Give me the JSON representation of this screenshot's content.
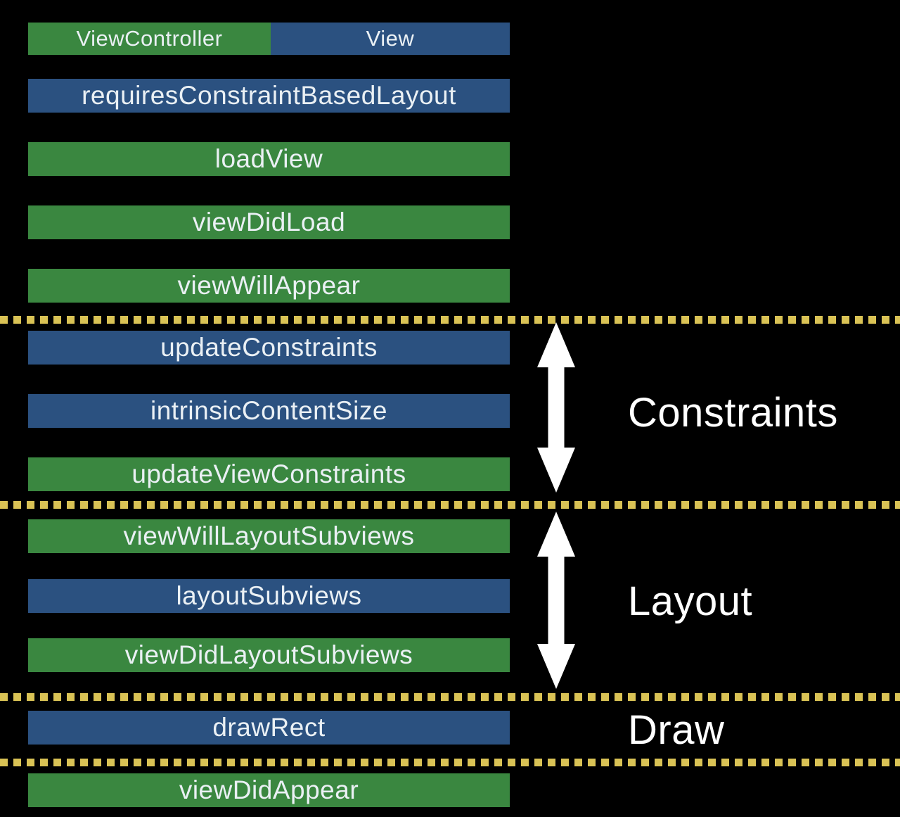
{
  "legend": {
    "items": [
      {
        "label": "ViewController",
        "color": "green"
      },
      {
        "label": "View",
        "color": "blue"
      }
    ]
  },
  "bars": [
    {
      "label": "requiresConstraintBasedLayout",
      "owner": "View",
      "color": "blue"
    },
    {
      "label": "loadView",
      "owner": "ViewController",
      "color": "green"
    },
    {
      "label": "viewDidLoad",
      "owner": "ViewController",
      "color": "green"
    },
    {
      "label": "viewWillAppear",
      "owner": "ViewController",
      "color": "green"
    },
    {
      "label": "updateConstraints",
      "owner": "View",
      "color": "blue"
    },
    {
      "label": "intrinsicContentSize",
      "owner": "View",
      "color": "blue"
    },
    {
      "label": "updateViewConstraints",
      "owner": "ViewController",
      "color": "green"
    },
    {
      "label": "viewWillLayoutSubviews",
      "owner": "ViewController",
      "color": "green"
    },
    {
      "label": "layoutSubviews",
      "owner": "View",
      "color": "blue"
    },
    {
      "label": "viewDidLayoutSubviews",
      "owner": "ViewController",
      "color": "green"
    },
    {
      "label": "drawRect",
      "owner": "View",
      "color": "blue"
    },
    {
      "label": "viewDidAppear",
      "owner": "ViewController",
      "color": "green"
    }
  ],
  "phases": [
    {
      "label": "Constraints"
    },
    {
      "label": "Layout"
    },
    {
      "label": "Draw"
    }
  ],
  "colors": {
    "background": "#000000",
    "viewcontroller_green": "#3a8740",
    "view_blue": "#2b5180",
    "separator_yellow": "#d9c255",
    "bar_text": "#eaf0f4",
    "phase_text": "#ffffff",
    "arrow": "#ffffff"
  }
}
